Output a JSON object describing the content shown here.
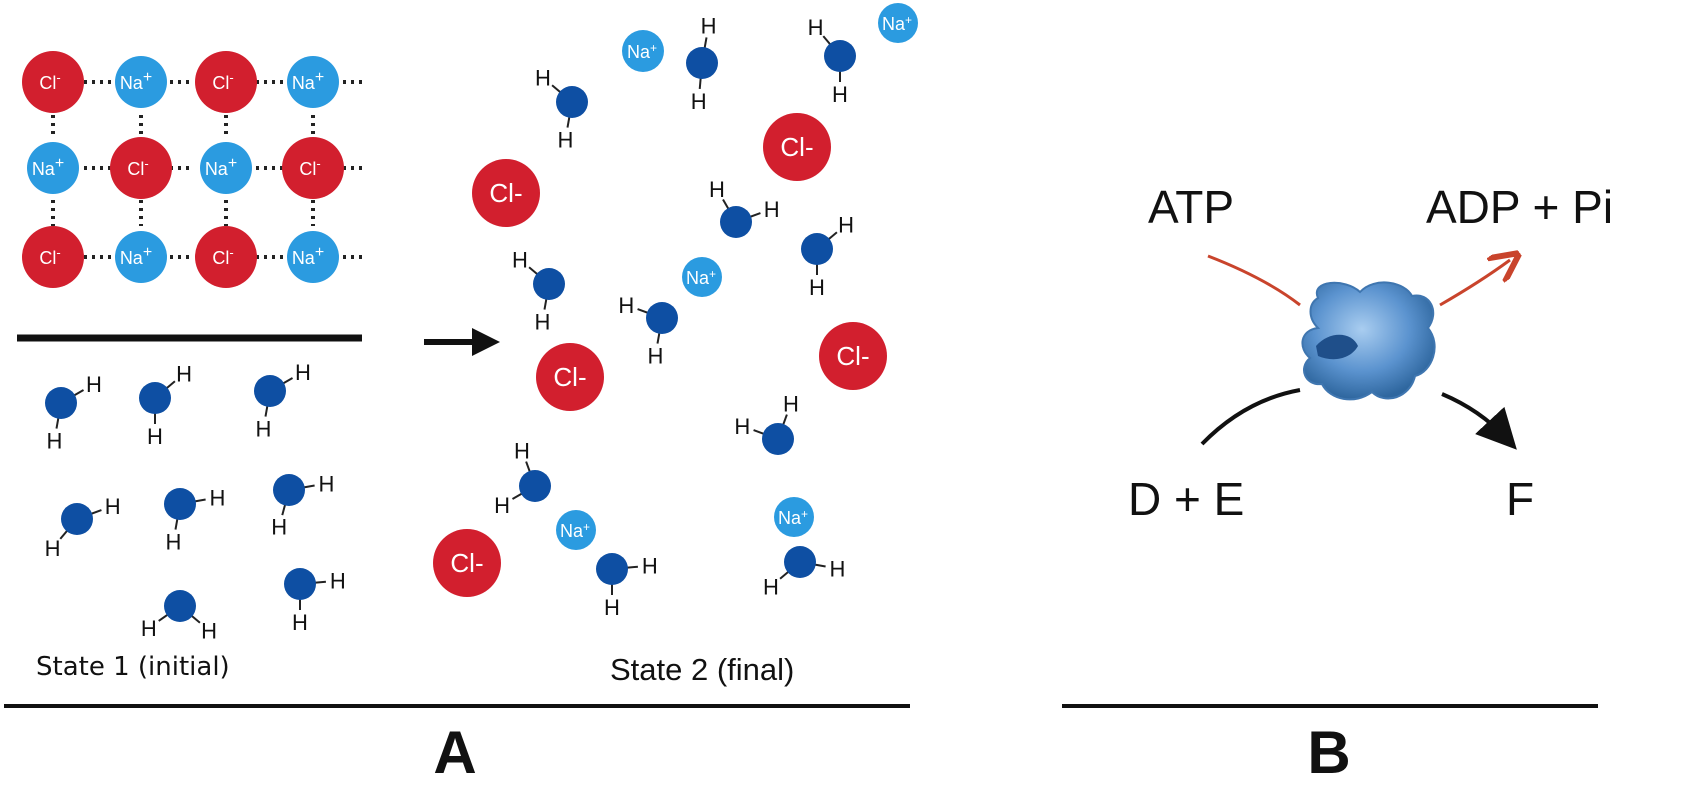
{
  "panel_a": {
    "label": "A",
    "state1_caption": "State 1 (initial)",
    "state2_caption": "State 2 (final)",
    "na_text": "Na",
    "cl_text": "Cl",
    "plus_sign": "+",
    "minus_sign": "-",
    "cl_ion_text": "Cl-",
    "hydrogen_text": "H",
    "colors": {
      "chloride": "#d21f2e",
      "sodium": "#2b9be0",
      "oxygen": "#0e4fa3"
    }
  },
  "panel_b": {
    "label": "B",
    "atp": "ATP",
    "adp": "ADP + Pi",
    "substrates": "D + E",
    "product": "F",
    "enzyme_color": "#5b93cf",
    "arrow_red": "#c9442c",
    "arrow_black": "#111111"
  }
}
